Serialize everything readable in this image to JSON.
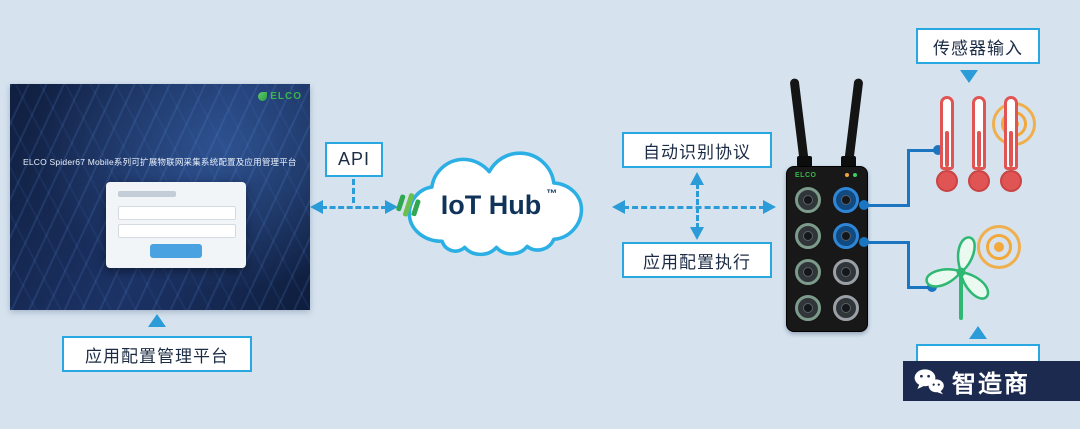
{
  "colors": {
    "background": "#d6e3ef",
    "box_border": "#29a7e0",
    "arrow_blue": "#2b9cd8",
    "brand_green": "#3bb54a",
    "dark_navy": "#10335a",
    "wire_blue": "#1b75c0",
    "signal_orange": "#f2a83b",
    "thermometer_red": "#e05454",
    "turbine_green": "#2eb872",
    "watermark_bg": "#1b2a4e"
  },
  "platform": {
    "title": "ELCO Spider67 Mobile系列可扩展物联网采集系统配置及应用管理平台",
    "logo_text": "ELCO",
    "caption": "应用配置管理平台"
  },
  "api": {
    "label": "API"
  },
  "cloud": {
    "name": "IoT Hub",
    "trademark": "™"
  },
  "flows": {
    "auto_protocol": "自动识别协议",
    "app_config_exec": "应用配置执行"
  },
  "sensors": {
    "input_label": "传感器输入"
  },
  "device": {
    "brand": "ELCO"
  },
  "watermark": {
    "text": "智造商"
  }
}
